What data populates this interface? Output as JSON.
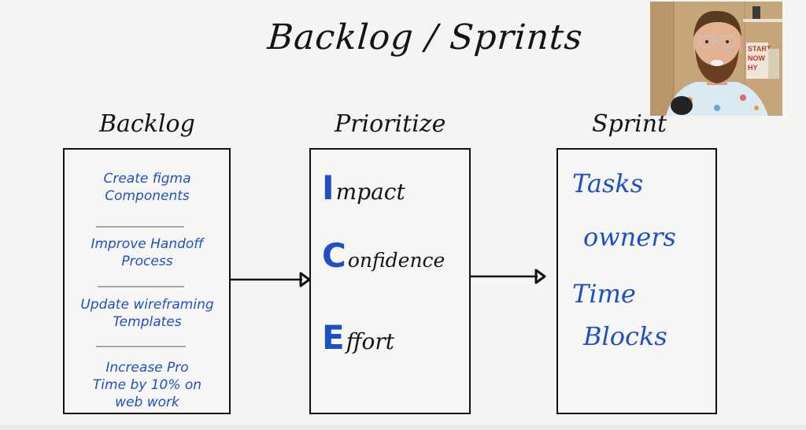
{
  "title": "Backlog / Sprints",
  "columns": {
    "backlog": {
      "heading": "Backlog",
      "items": [
        {
          "line1": "Create figma",
          "line2": "Components"
        },
        {
          "line1": "Improve Handoff",
          "line2": "Process"
        },
        {
          "line1": "Update wireframing",
          "line2": "Templates"
        },
        {
          "line1": "Increase Pro",
          "line2": "Time by 10% on",
          "line3": "web work"
        }
      ]
    },
    "prioritize": {
      "heading": "Prioritize",
      "rows": [
        {
          "letter": "I",
          "rest": "mpact"
        },
        {
          "letter": "C",
          "rest": "onfidence"
        },
        {
          "letter": "E",
          "rest": "ffort"
        }
      ]
    },
    "sprint": {
      "heading": "Sprint",
      "items": [
        "Tasks",
        "owners",
        "Time",
        "Blocks"
      ]
    }
  },
  "colors": {
    "ink": "#141414",
    "marker_blue": "#1f4fc7",
    "separator": "#a6a6a6",
    "board": "#f4f4f3"
  },
  "webcam": {
    "poster_text": [
      "START",
      "NOW",
      "HY"
    ]
  }
}
